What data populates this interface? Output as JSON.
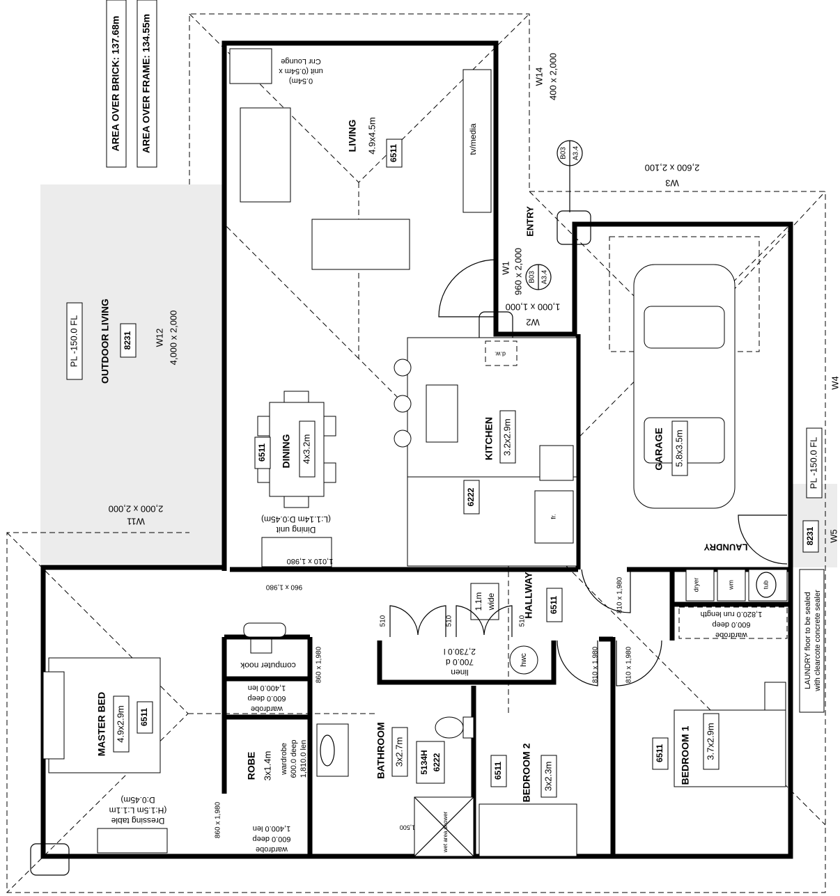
{
  "areas": {
    "brick": "AREA OVER BRICK: 137.68m",
    "frame": "AREA OVER FRAME: 134.55m"
  },
  "rooms": {
    "living": {
      "name": "LIVING",
      "size": "4.9x4.5m",
      "code": "6511"
    },
    "dining": {
      "name": "DINING",
      "size": "4x3.2m",
      "code": "6511"
    },
    "kitchen": {
      "name": "KITCHEN",
      "size": "3.2x2.9m",
      "code": "6222"
    },
    "garage": {
      "name": "GARAGE",
      "size": "5.8x3.5m"
    },
    "outdoor": {
      "name": "OUTDOOR LIVING",
      "code": "8231",
      "level": "PL -150.0 FL"
    },
    "entry": {
      "name": "ENTRY"
    },
    "laundry": {
      "name": "LAUNDRY",
      "code": "8231",
      "level": "PL -150.0 FL",
      "note1": "LAUNDRY floor to be sealed",
      "note2": "with clearcote concrete sealer"
    },
    "hallway": {
      "name": "HALLWAY",
      "code": "6511",
      "width1": "1.1m",
      "width2": "wide"
    },
    "master": {
      "name": "MASTER BED",
      "size": "4.9x2.9m",
      "code": "6511"
    },
    "robe": {
      "name": "ROBE",
      "size": "3x1.4m"
    },
    "bathroom": {
      "name": "BATHROOM",
      "size": "3x2.7m",
      "code1": "5134H",
      "code2": "6222"
    },
    "bed2": {
      "name": "BEDROOM 2",
      "size": "3x2.3m",
      "code": "6511"
    },
    "bed1": {
      "name": "BEDROOM 1",
      "size": "3.7x2.9m",
      "code": "6511"
    }
  },
  "windows": {
    "w14": {
      "id": "W14",
      "size": "400 x 2,000"
    },
    "w3": {
      "id": "W3",
      "size": "2,600 x 2,100"
    },
    "w1": {
      "id": "W1",
      "size": "960 x 2,000"
    },
    "w2": {
      "id": "W2",
      "size": "1,000 x 1,000"
    },
    "w12": {
      "id": "W12",
      "size": "4,000 x 2,000"
    },
    "w11": {
      "id": "W11",
      "size": "2,000 x 2,000"
    },
    "w4": {
      "id": "W4"
    },
    "w5": {
      "id": "W5"
    }
  },
  "sections": {
    "b03": "B03",
    "a34": "A3.4"
  },
  "furniture": {
    "cnr_lounge1": "Cnr Lounge",
    "cnr_lounge2": "unit (0.54m x",
    "cnr_lounge3": "0.54m)",
    "tv": "tv/media",
    "dining_unit1": "Dining unit",
    "dining_unit2": "(L:1.14m D:0.45m)",
    "dw": "d.w.",
    "fr": "fr.",
    "dryer": "dryer",
    "wm": "wm",
    "tub": "tub",
    "hwc": "hwc",
    "linen1": "linen",
    "linen2": "700.0 d",
    "linen3": "2,730.0 l",
    "computer": "computer nook",
    "dressing1": "Dressing table",
    "dressing2": "(H:1.5m L:1.1m",
    "dressing3": "D:0.45m)",
    "wr1a": "wardrobe",
    "wr1b": "600.0 deep",
    "wr1c": "1,400.0 len",
    "wr2a": "wardrobe",
    "wr2b": "600.0 deep",
    "wr2c": "1,810.0 len",
    "wr3a": "wardrobe",
    "wr3b": "600.0 deep",
    "wr3c": "1,400.0 len",
    "wr4a": "wardrobe",
    "wr4b": "600.0 deep",
    "wr4c": "1,820.0 run length",
    "shower": "wet area shower",
    "shower_dim": "1,500"
  },
  "doors": {
    "d1": "1,010 x 1,980",
    "d2": "960 x 1,980",
    "d3": "810 x 1,980",
    "d4": "810 x 1,980",
    "d5": "810 x 1,980",
    "d6": "860 x 1,980",
    "d7": "860 x 1,980",
    "w510a": "510",
    "w510b": "510",
    "w510c": "510"
  }
}
